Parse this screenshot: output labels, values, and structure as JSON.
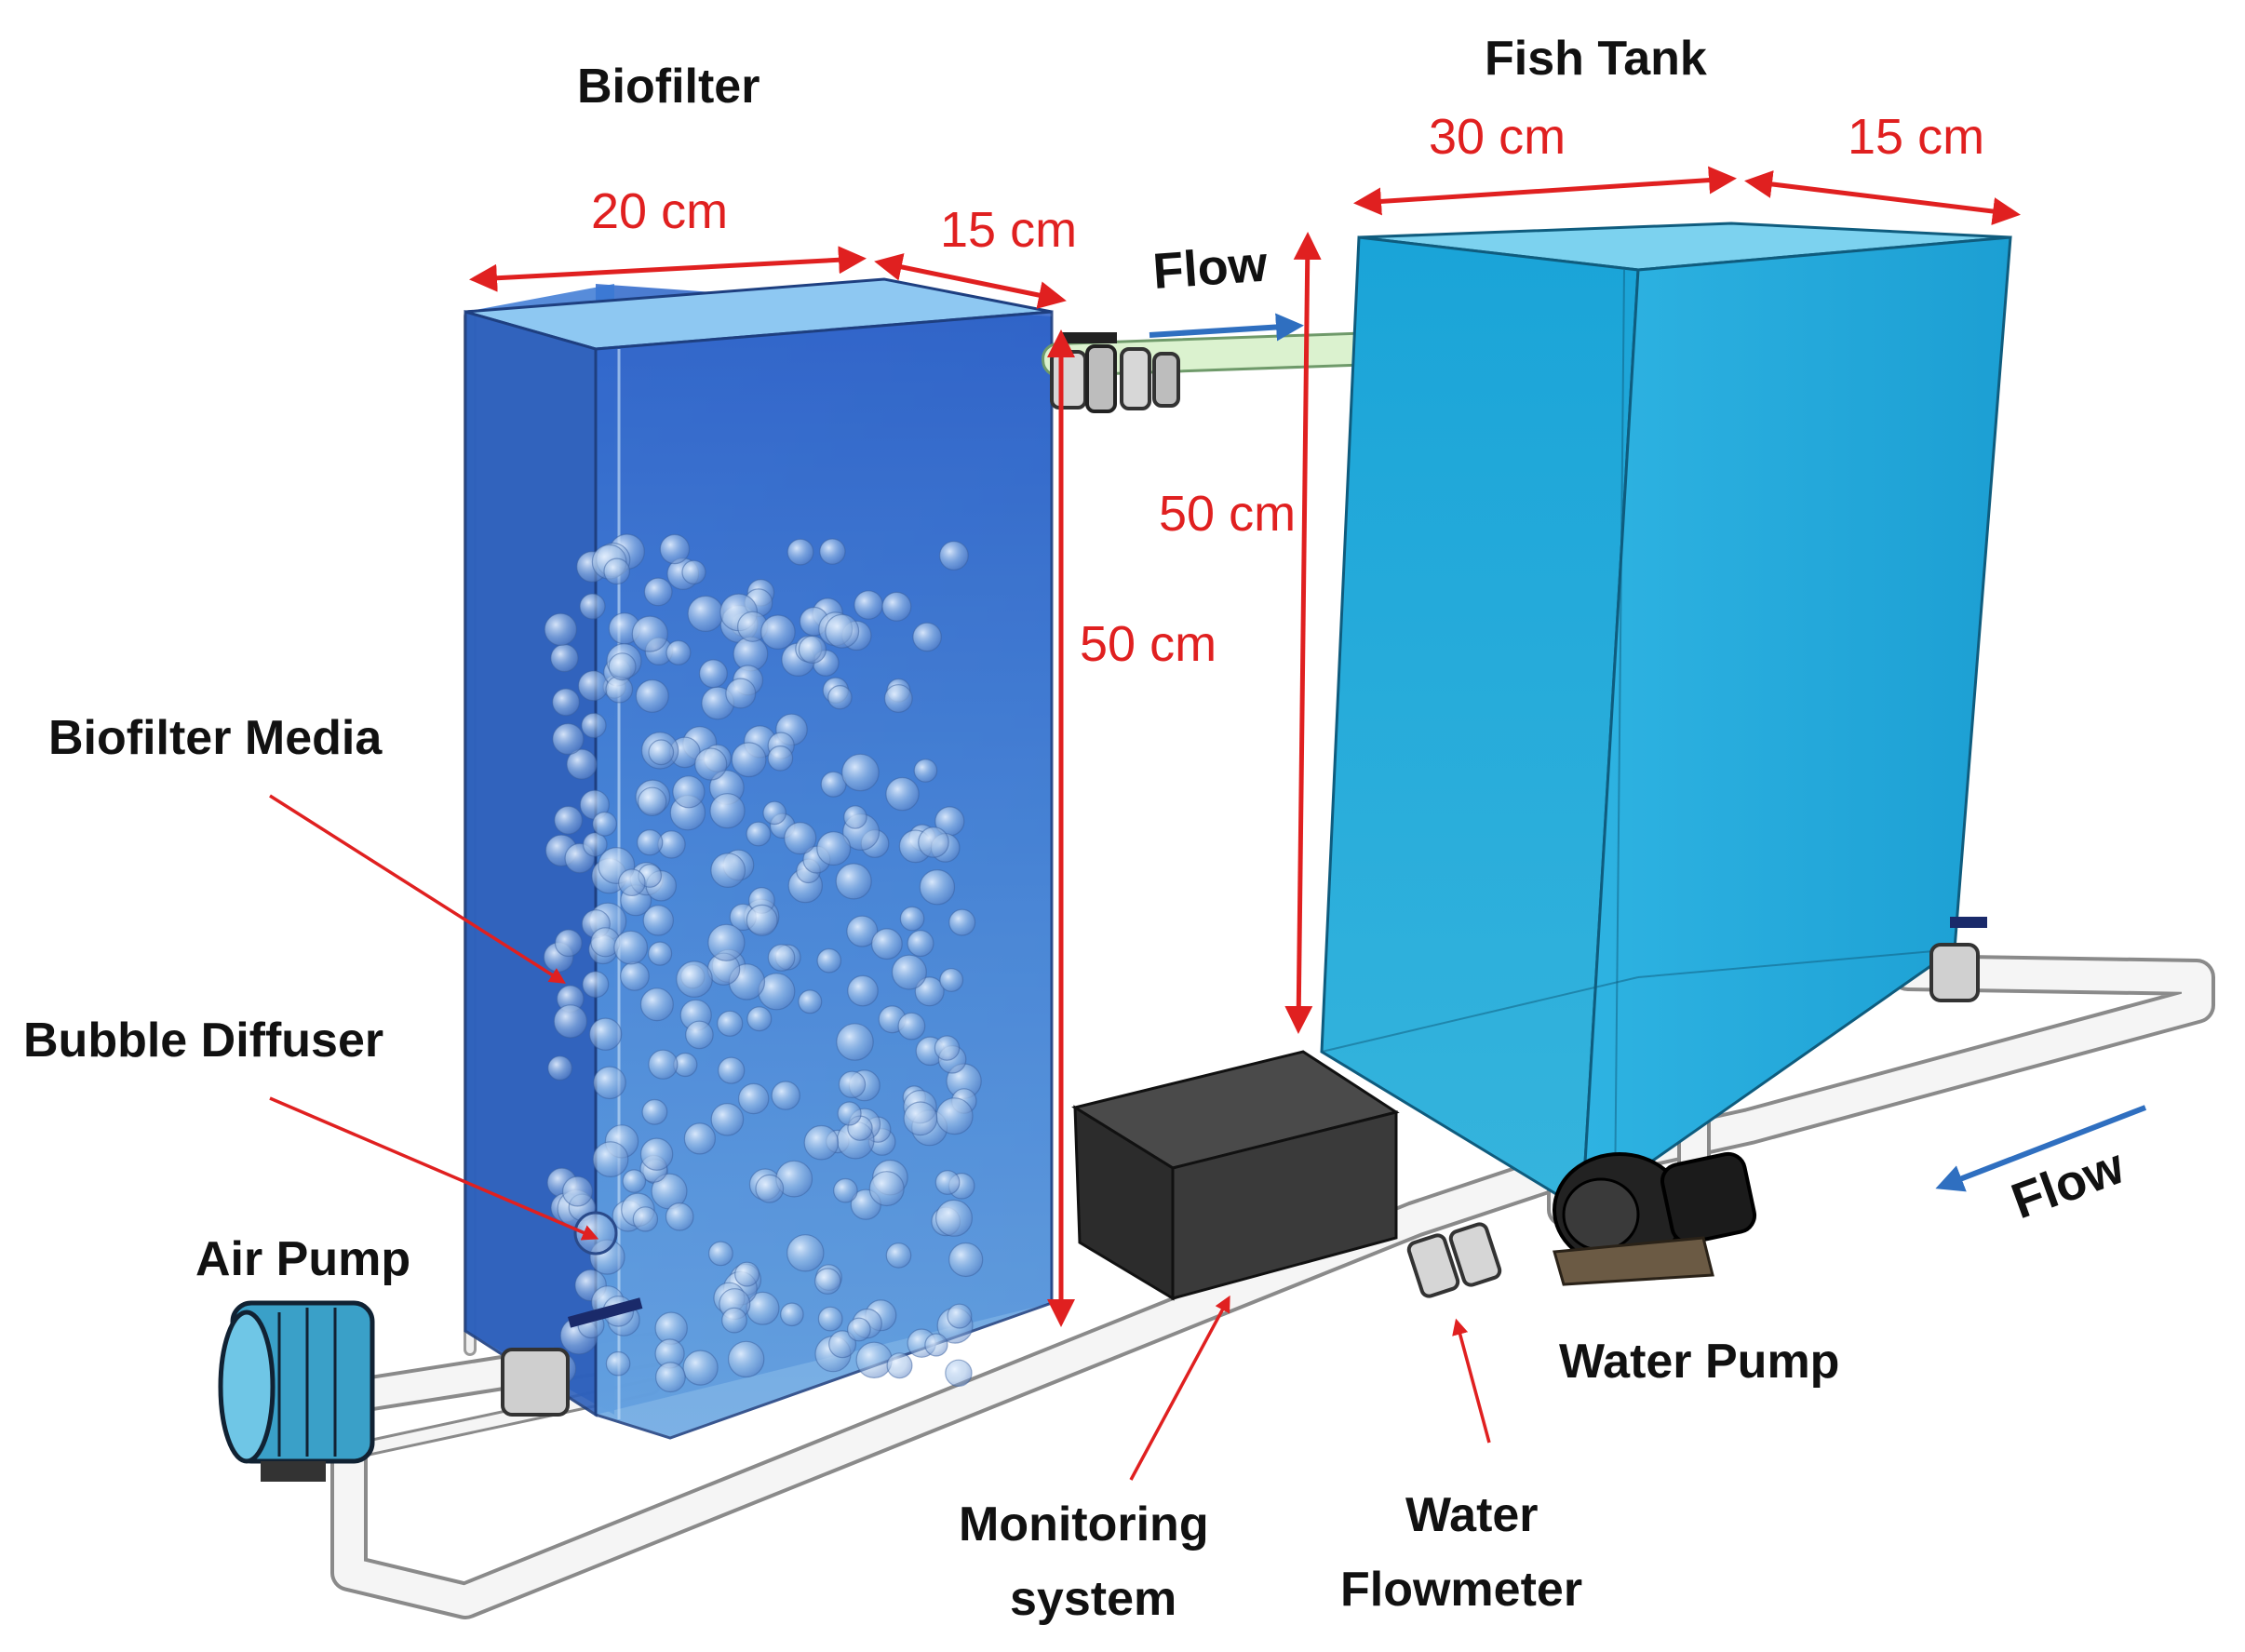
{
  "labels": {
    "biofilter": "Biofilter",
    "fish_tank": "Fish Tank",
    "biofilter_media": "Biofilter Media",
    "bubble_diffuser": "Bubble Diffuser",
    "air_pump": "Air Pump",
    "water_pump": "Water Pump",
    "monitoring_line1": "Monitoring",
    "monitoring_line2": "system",
    "flowmeter_line1": "Water",
    "flowmeter_line2": "Flowmeter",
    "flow_top": "Flow",
    "flow_bottom": "Flow"
  },
  "dimensions": {
    "biofilter_width": "20 cm",
    "biofilter_depth": "15 cm",
    "biofilter_height": "50 cm",
    "tank_width": "30 cm",
    "tank_depth": "15 cm",
    "tank_height": "50 cm"
  },
  "colors": {
    "dimension": "#e02020",
    "flow_arrow": "#2f6fc0",
    "biofilter_water": "#3c7fd0",
    "tank_water": "#2aa8d6",
    "pipe": "#f4f4f4",
    "monitor_box": "#333333"
  }
}
